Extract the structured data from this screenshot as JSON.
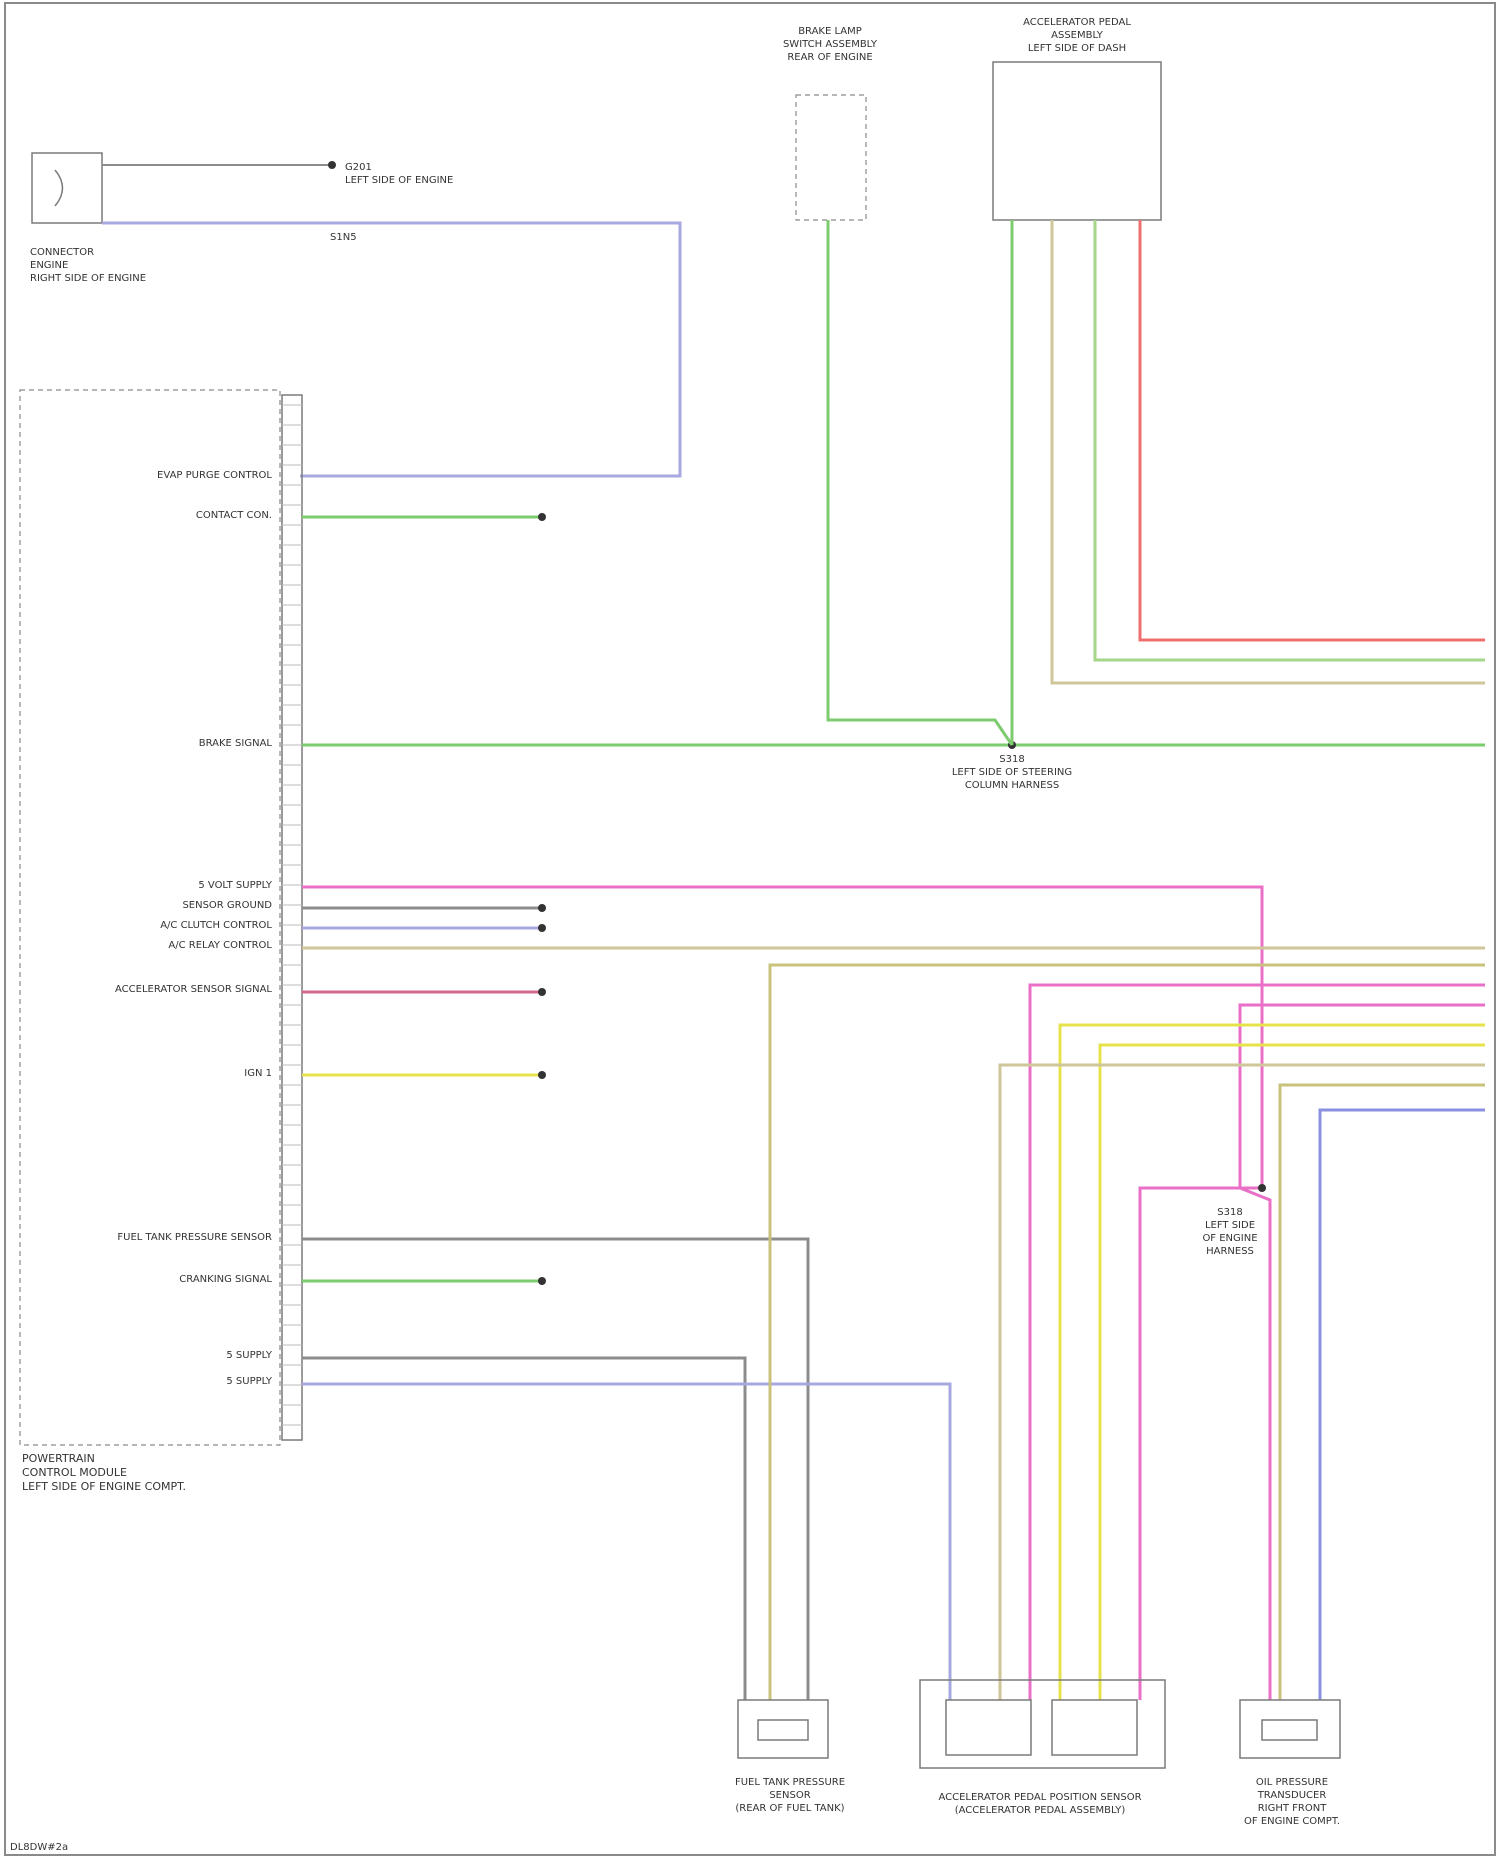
{
  "colors": {
    "green": "#7ccb6c",
    "pink": "#e96fc7",
    "red": "#ef6f6f",
    "blue": "#8a8fe0",
    "lavender": "#a7a8e0",
    "gray": "#8c8c8c",
    "tan": "#c9c27c",
    "yellow": "#e6e34a",
    "beige": "#cfc69a",
    "rose": "#d46a8a"
  },
  "labels": {
    "footer_code": "DL8DW#2a",
    "top_ground_pin": "G201",
    "top_ground_desc": "LEFT SIDE OF ENGINE",
    "top_conn_label": "S1N5"
  },
  "pcm": {
    "label_lines": [
      "POWERTRAIN",
      "CONTROL MODULE",
      "LEFT SIDE OF ENGINE COMPT."
    ],
    "signals": [
      "EVAP PURGE CONTROL",
      "CONTACT CON.",
      "BRAKE SIGNAL",
      "5 VOLT SUPPLY",
      "SENSOR GROUND",
      "A/C CLUTCH CONTROL",
      "A/C RELAY CONTROL",
      "ACCELERATOR SENSOR SIGNAL",
      "IGN 1",
      "FUEL TANK PRESSURE SENSOR",
      "CRANKING SIGNAL",
      "5 SUPPLY",
      "5 SUPPLY"
    ]
  },
  "components": {
    "left_sensor": [
      "CONNECTOR",
      "ENGINE",
      "RIGHT SIDE OF ENGINE"
    ],
    "brake_switch": [
      "BRAKE LAMP",
      "SWITCH ASSEMBLY",
      "REAR OF ENGINE"
    ],
    "accel_pedal": [
      "ACCELERATOR PEDAL",
      "ASSEMBLY",
      "LEFT SIDE OF DASH"
    ],
    "splice_mid": [
      "S318",
      "LEFT SIDE OF STEERING",
      "COLUMN HARNESS"
    ],
    "splice_low": [
      "S318",
      "LEFT SIDE",
      "OF ENGINE",
      "HARNESS"
    ],
    "fuel_tank_sensor": [
      "FUEL TANK PRESSURE",
      "SENSOR",
      "(REAR OF FUEL TANK)"
    ],
    "accel_position_sensor": [
      "ACCELERATOR PEDAL POSITION SENSOR",
      "(ACCELERATOR PEDAL ASSEMBLY)"
    ],
    "oil_pressure_sensor": [
      "OIL PRESSURE",
      "TRANSDUCER",
      "RIGHT FRONT",
      "OF ENGINE COMPT."
    ]
  }
}
